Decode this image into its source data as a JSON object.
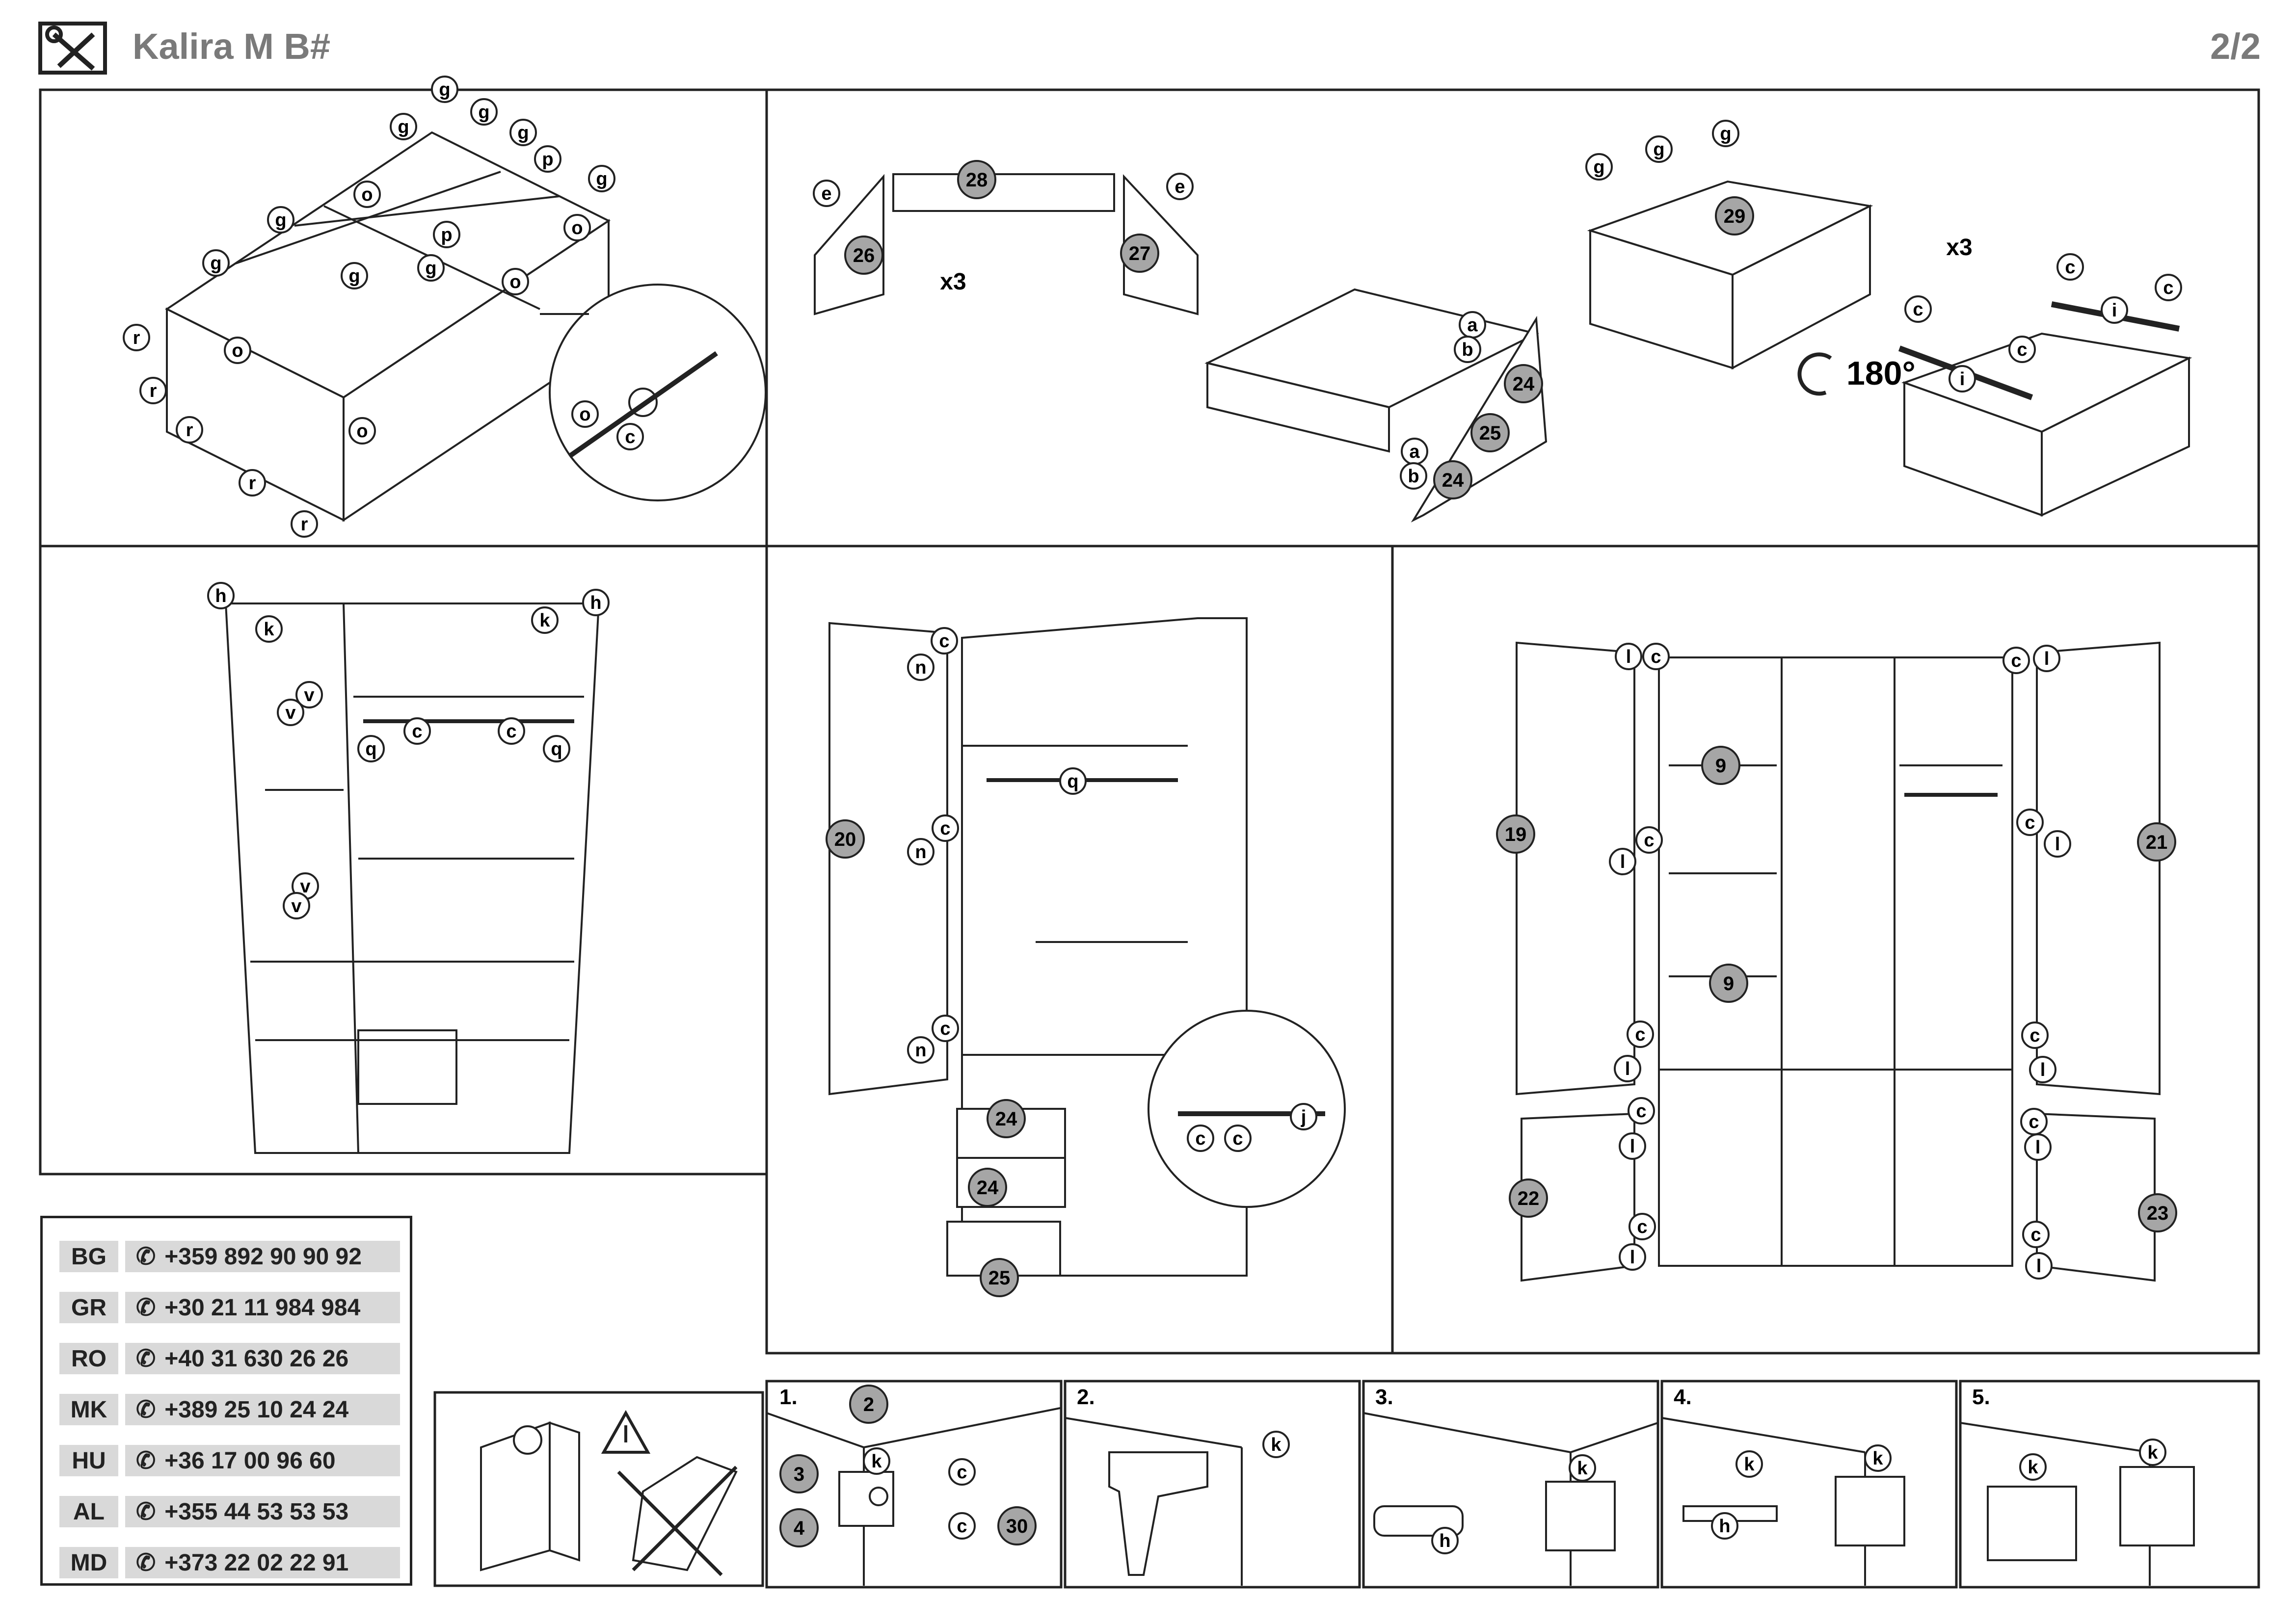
{
  "header": {
    "title": "Kalira M B#",
    "page": "2/2",
    "icon": "tools-icon"
  },
  "panels": {
    "drawer_frame": {
      "multiplier": "x3"
    },
    "drawer_box": {
      "multiplier": "x3",
      "rotation": "180°"
    }
  },
  "steps": [
    "1.",
    "2.",
    "3.",
    "4.",
    "5."
  ],
  "contacts": [
    {
      "code": "BG",
      "phone": "+359 892 90 90 92"
    },
    {
      "code": "GR",
      "phone": "+30 21 11 984 984"
    },
    {
      "code": "RO",
      "phone": "+40 31 630 26 26"
    },
    {
      "code": "MK",
      "phone": "+389 25 10 24 24"
    },
    {
      "code": "HU",
      "phone": "+36 17 00 96 60"
    },
    {
      "code": "AL",
      "phone": "+355 44 53 53 53"
    },
    {
      "code": "MD",
      "phone": "+373 22 02 22 91"
    }
  ],
  "colors": {
    "ink": "#222222",
    "part_badge": "#a6a6a6",
    "label_fill": "#ffffff",
    "title_gray": "#7a7a7a",
    "table_gray": "#d9d9d9"
  }
}
